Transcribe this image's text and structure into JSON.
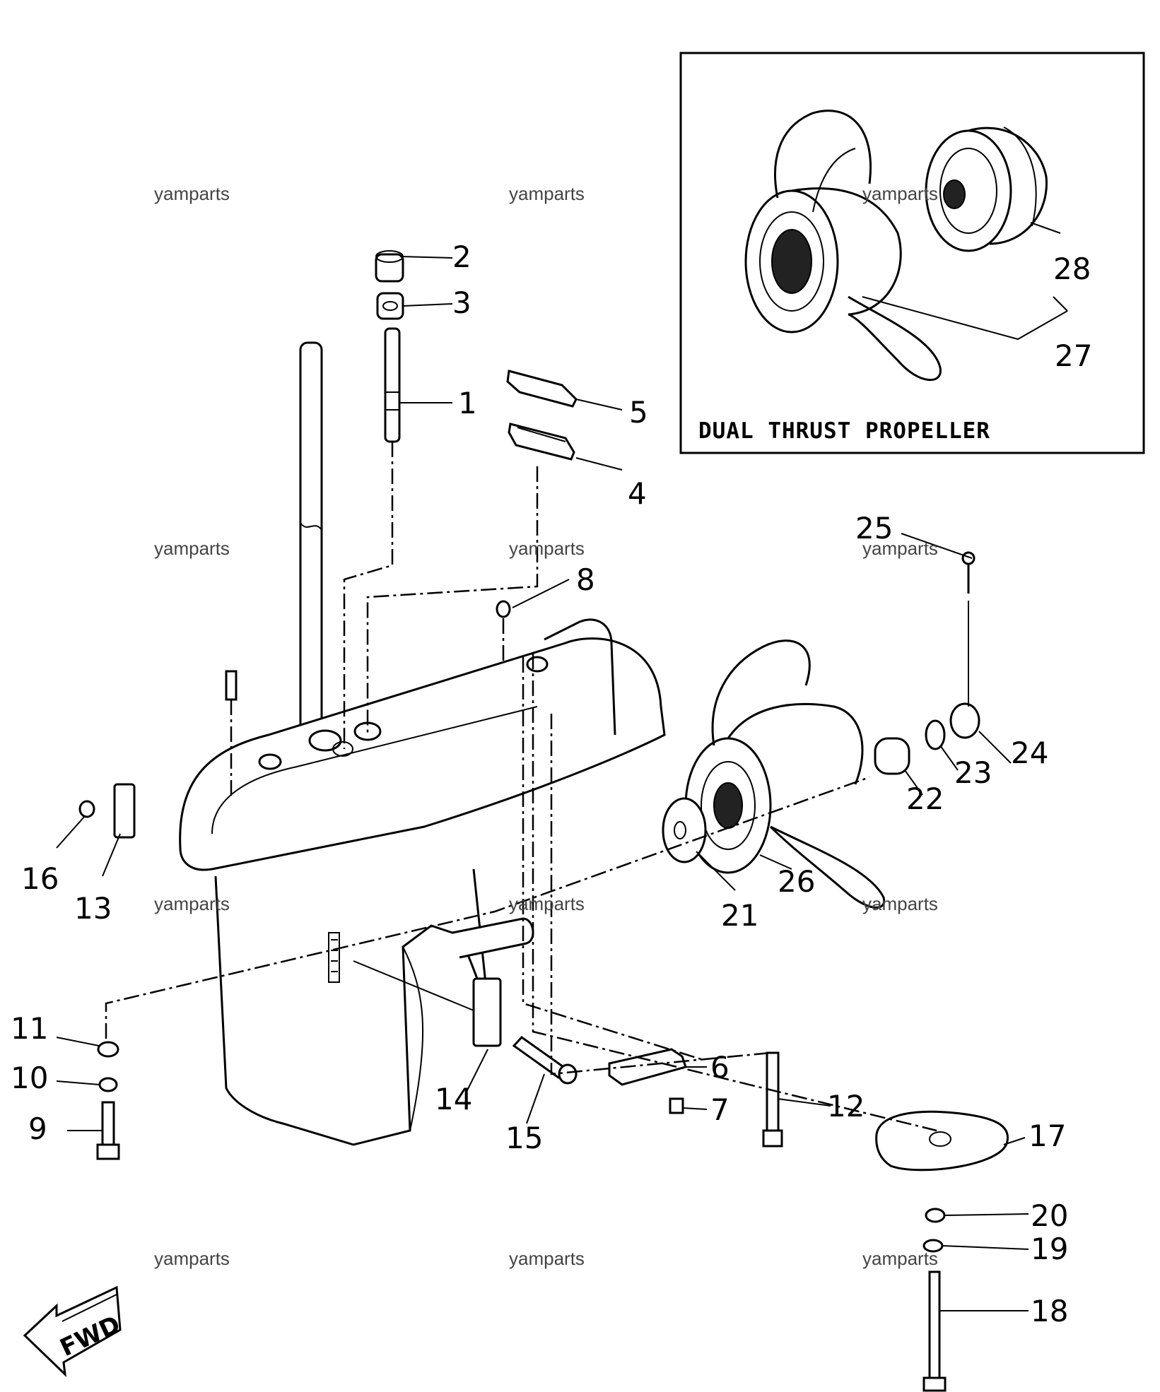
{
  "inset": {
    "title": "DUAL THRUST PROPELLER",
    "labels": [
      "28",
      "27"
    ]
  },
  "watermarks": [
    "yamparts",
    "yamparts",
    "yamparts",
    "yamparts",
    "yamparts",
    "yamparts",
    "yamparts",
    "yamparts",
    "yamparts",
    "yamparts",
    "yamparts",
    "yamparts"
  ],
  "callouts": [
    "2",
    "3",
    "1",
    "5",
    "4",
    "8",
    "25",
    "24",
    "23",
    "22",
    "26",
    "21",
    "16",
    "13",
    "11",
    "10",
    "9",
    "14",
    "15",
    "6",
    "7",
    "12",
    "17",
    "20",
    "19",
    "18"
  ],
  "fwd_label": "FWD"
}
